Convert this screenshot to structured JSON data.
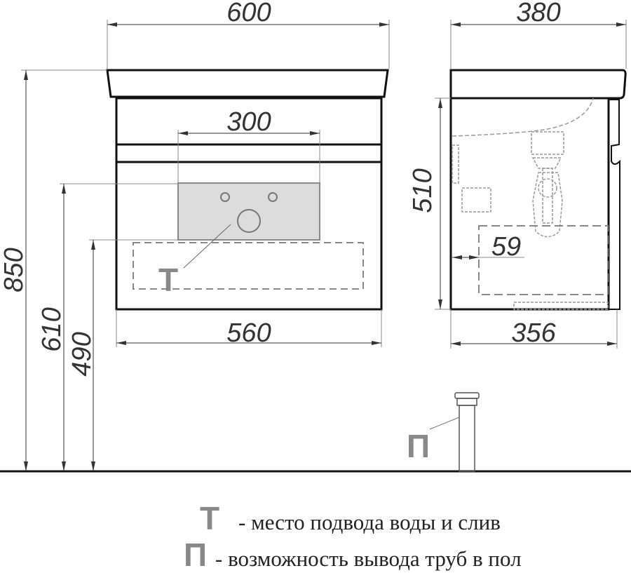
{
  "dimensions": {
    "total_width": "600",
    "depth": "380",
    "connection_width": "300",
    "cabinet_height": "510",
    "total_height": "850",
    "water_height": "610",
    "drain_height": "490",
    "cabinet_width": "560",
    "cabinet_depth": "356",
    "recess": "59"
  },
  "legend": [
    {
      "symbol": "Т",
      "text": "- место подвода воды и слив"
    },
    {
      "symbol": "П",
      "text": "- возможность вывода труб в пол"
    }
  ],
  "colors": {
    "line": "#111111",
    "dim_line": "#888888",
    "zone_fill": "#dcdcdc",
    "symbol": "#888888"
  }
}
